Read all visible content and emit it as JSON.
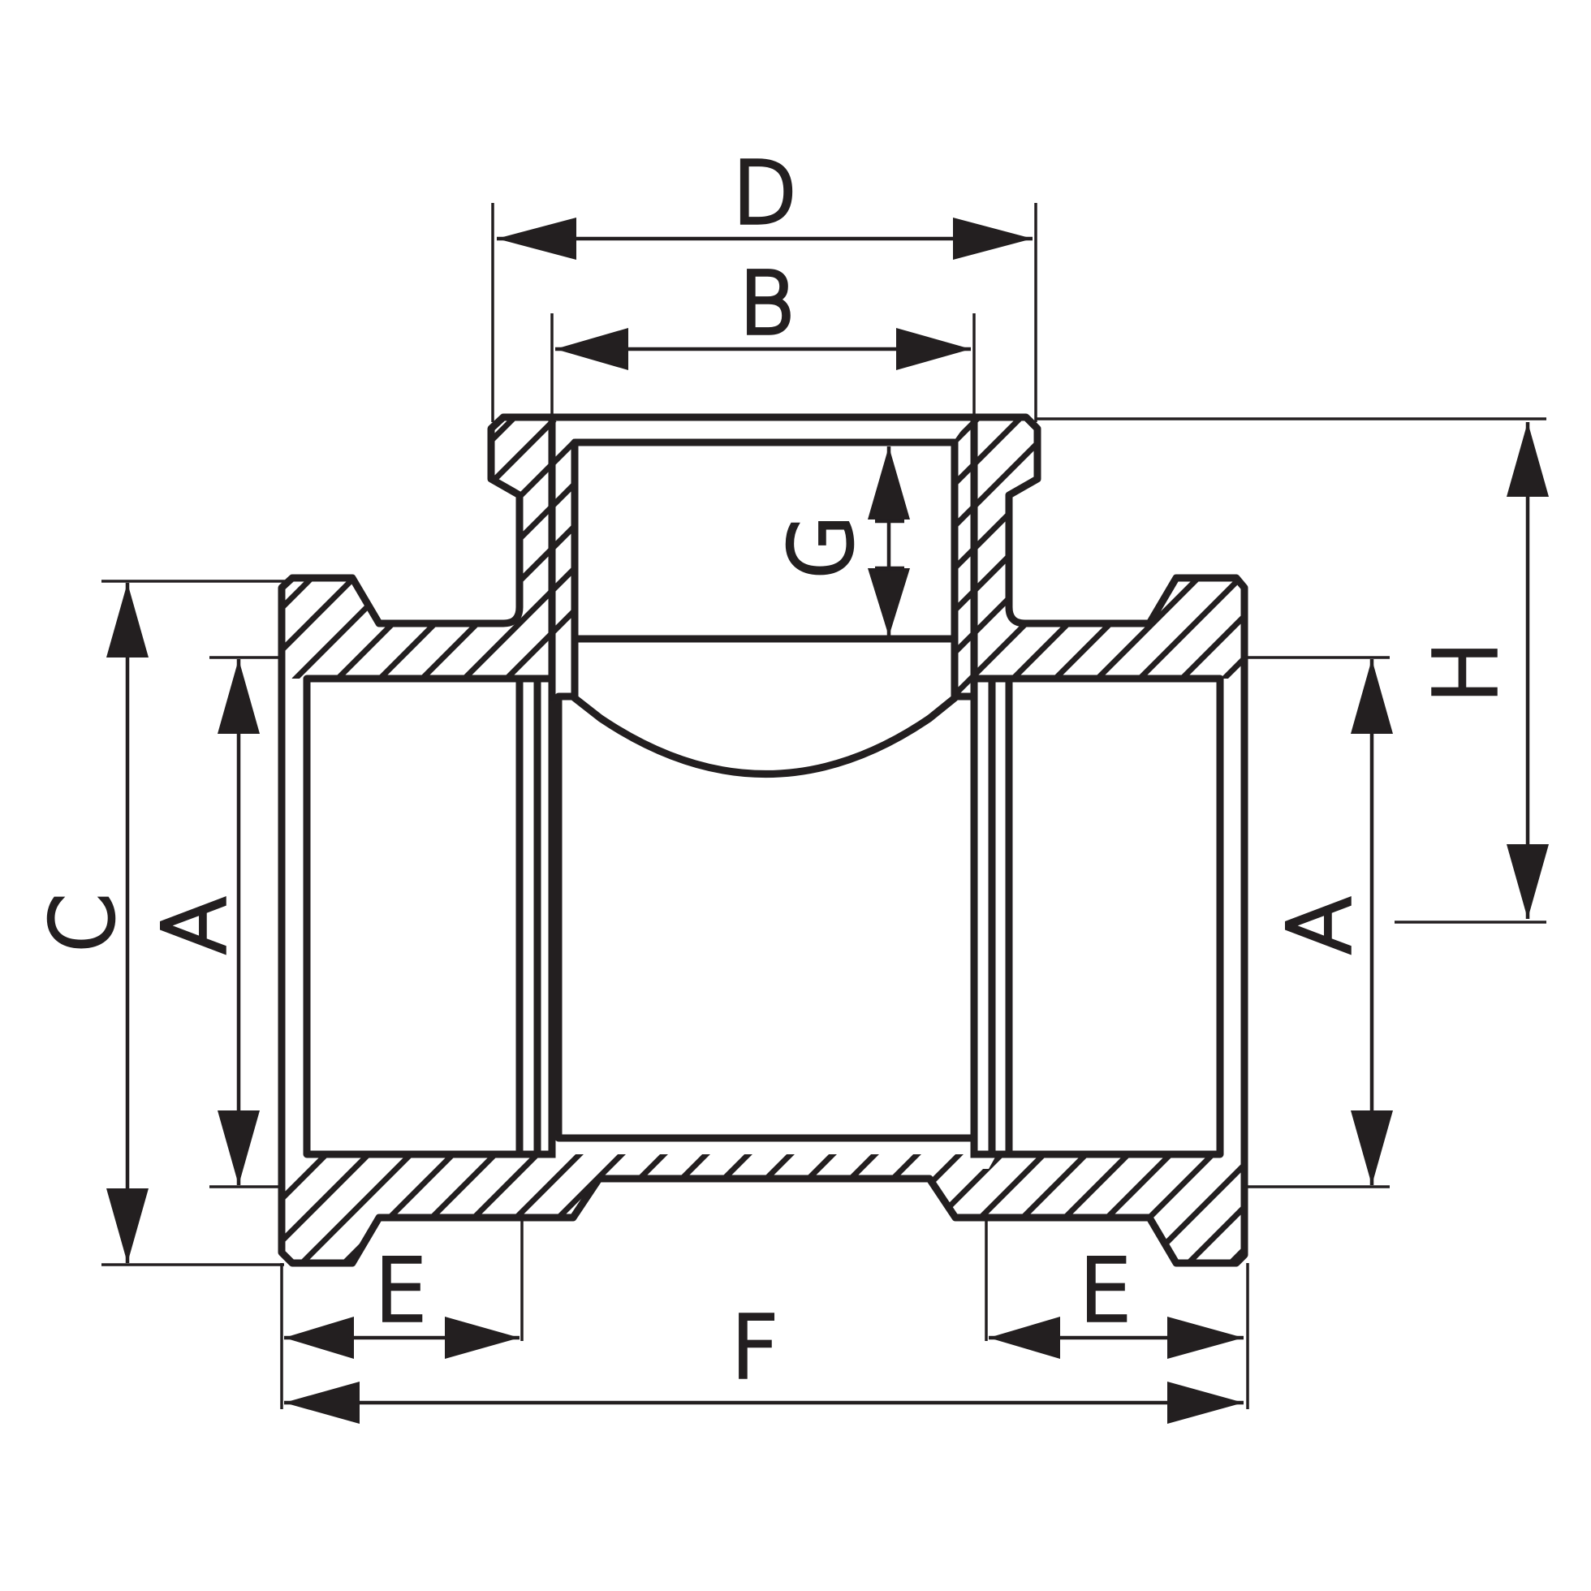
{
  "drawing": {
    "subject": "threaded-reducing-tee-section",
    "line_color": "#231f20",
    "background_color": "#ffffff"
  },
  "dimensions": {
    "A_left": "A",
    "A_right": "A",
    "B": "B",
    "C": "C",
    "D": "D",
    "E_left": "E",
    "E_right": "E",
    "F": "F",
    "G": "G",
    "H": "H"
  }
}
